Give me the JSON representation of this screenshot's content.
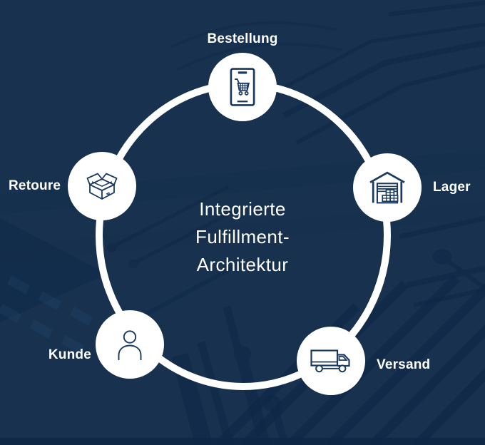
{
  "colors": {
    "background": "#17314f",
    "trace": "#0e2746",
    "chip_highlight": "#28496e",
    "icon": "#1b3a5f",
    "text": "#ffffff",
    "node_fill": "#ffffff",
    "ring": "#ffffff"
  },
  "title": {
    "lines": [
      "Integrierte",
      "Fulfillment-",
      "Architektur"
    ]
  },
  "nodes": [
    {
      "id": "bestellung",
      "label": "Bestellung",
      "icon": "smartphone-shopping-cart-icon"
    },
    {
      "id": "lager",
      "label": "Lager",
      "icon": "warehouse-icon"
    },
    {
      "id": "versand",
      "label": "Versand",
      "icon": "delivery-truck-icon"
    },
    {
      "id": "kunde",
      "label": "Kunde",
      "icon": "person-icon"
    },
    {
      "id": "retoure",
      "label": "Retoure",
      "icon": "open-box-icon"
    }
  ]
}
